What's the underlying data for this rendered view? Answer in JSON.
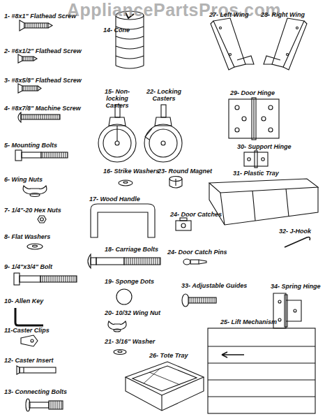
{
  "diagram": {
    "labels": [
      "AppliancePartsPros.com",
      "1- #8x1\" Flathead Screw",
      "2- #6x1/2\" Flathead Screw",
      "3- #8x5/8\" Flathead Screw",
      "4- #8x7/8\" Machine Screw",
      "5- Mounting Bolts",
      "6- Wing Nuts",
      "7- 1/4\"-20 Hex Nuts",
      "8- Flat Washers",
      "9- 1/4\"x3/4\" Bolt",
      "10- Allen Key",
      "11-Caster Clips",
      "12- Caster Insert",
      "13- Connecting Bolts",
      "14- Cone",
      "15- Non-locking Casters",
      "22- Locking Casters",
      "16- Strike Washers",
      "23- Round Magnet",
      "17- Wood Handle",
      "24- Door Catches",
      "18- Carriage Bolts",
      "24- Door Catch Pins",
      "19- Sponge Dots",
      "33- Adjustable Guides",
      "20- 10/32 Wing Nut",
      "21- 3/16\" Washer",
      "26- Tote Tray",
      "27- Left Wing",
      "28- Right Wing",
      "29- Door Hinge",
      "30- Support Hinge",
      "31- Plastic Tray",
      "32- J-Hook",
      "34- Spring Hinge",
      "25- Lift Mechanism"
    ]
  }
}
